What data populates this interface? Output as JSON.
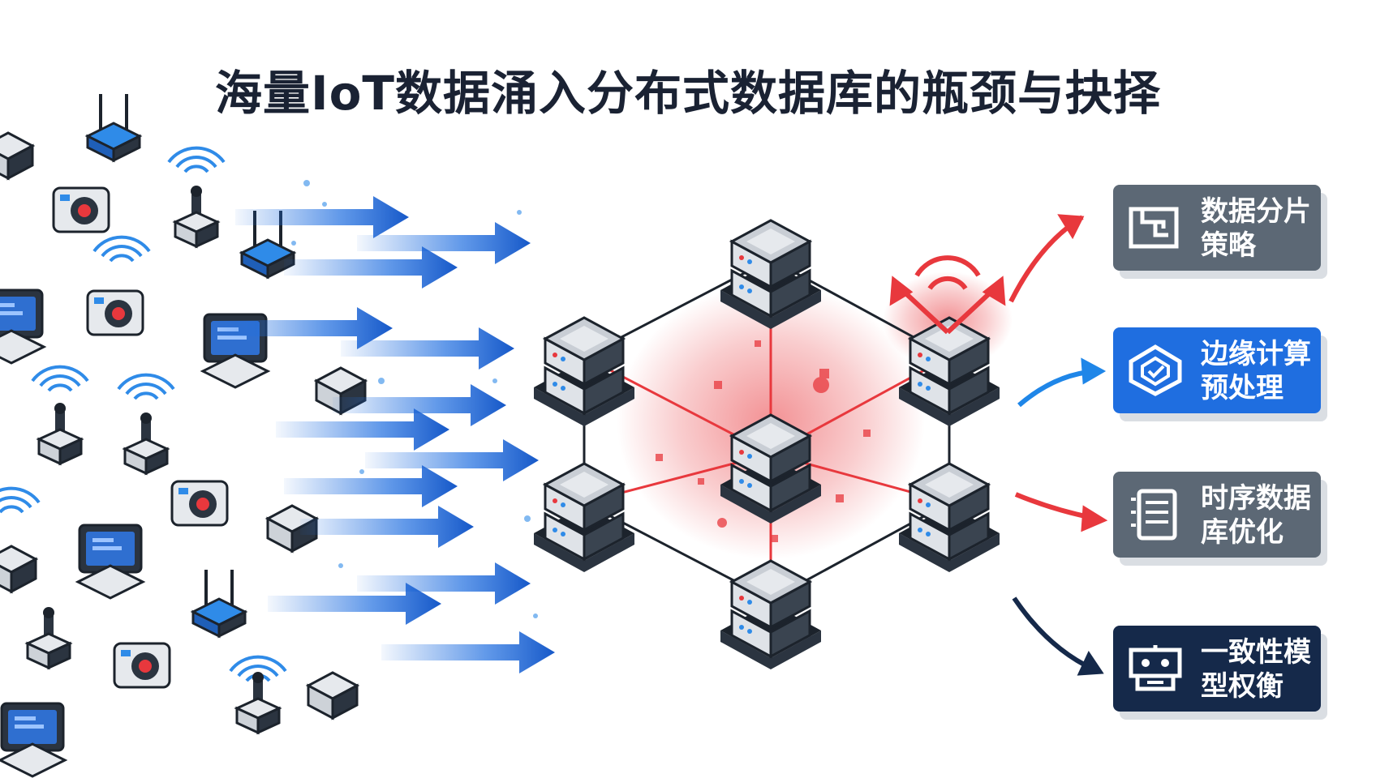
{
  "title": "海量IoT数据涌入分布式数据库的瓶颈与抉择",
  "colors": {
    "blue_flow": "#1f6ee0",
    "hotspot_red": "#e8383d",
    "server_dark": "#2b3440",
    "server_light": "#e6e9ed"
  },
  "options": [
    {
      "line1": "数据分片",
      "line2": "策略",
      "icon": "shard-icon",
      "color": "#5c6875",
      "arrow_color": "#e8383d"
    },
    {
      "line1": "边缘计算",
      "line2": "预处理",
      "icon": "edge-icon",
      "color": "#1f6ee0",
      "arrow_color": "#1f86e8"
    },
    {
      "line1": "时序数据",
      "line2": "库优化",
      "icon": "tsdb-icon",
      "color": "#5c6875",
      "arrow_color": "#e8383d"
    },
    {
      "line1": "一致性模",
      "line2": "型权衡",
      "icon": "consistency-icon",
      "color": "#15294a",
      "arrow_color": "#15294a"
    }
  ]
}
